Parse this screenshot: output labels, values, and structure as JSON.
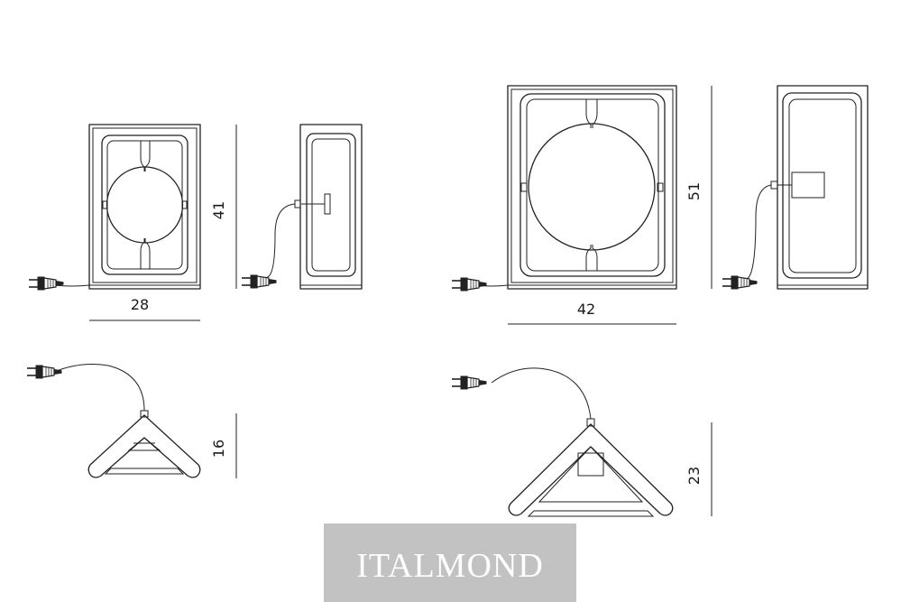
{
  "dimensions": {
    "small_width": "28",
    "small_height": "41",
    "small_depth": "16",
    "large_width": "42",
    "large_height": "51",
    "large_depth": "23"
  },
  "logo": {
    "text": "ITALMOND",
    "background_color": "#c2c2c2",
    "text_color": "#ffffff"
  },
  "colors": {
    "line": "#222222",
    "background": "#ffffff"
  }
}
